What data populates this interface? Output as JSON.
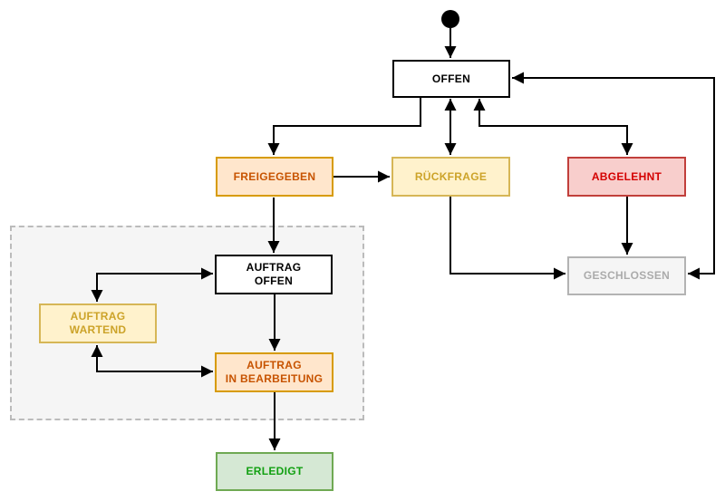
{
  "diagram": {
    "kind": "state-machine",
    "language": "de",
    "nodes": {
      "initial": {
        "type": "initial-state-dot"
      },
      "offen": {
        "label": "OFFEN",
        "style": "white"
      },
      "freigegeben": {
        "label": "FREIGEGEBEN",
        "style": "orange"
      },
      "rueckfrage": {
        "label": "RÜCKFRAGE",
        "style": "yellow"
      },
      "abgelehnt": {
        "label": "ABGELEHNT",
        "style": "red"
      },
      "geschlossen": {
        "label": "GESCHLOSSEN",
        "style": "gray"
      },
      "auftrag_offen": {
        "label": "AUFTRAG\nOFFEN",
        "style": "white"
      },
      "auftrag_wartend": {
        "label": "AUFTRAG\nWARTEND",
        "style": "yellow"
      },
      "auftrag_in_bearbeitung": {
        "label": "AUFTRAG\nIN BEARBEITUNG",
        "style": "orange"
      },
      "erledigt": {
        "label": "ERLEDIGT",
        "style": "green"
      }
    },
    "edges": [
      {
        "from": "initial",
        "to": "offen",
        "bidirectional": false
      },
      {
        "from": "offen",
        "to": "freigegeben",
        "bidirectional": false
      },
      {
        "from": "offen",
        "to": "rueckfrage",
        "bidirectional": true
      },
      {
        "from": "offen",
        "to": "abgelehnt",
        "bidirectional": true
      },
      {
        "from": "freigegeben",
        "to": "rueckfrage",
        "bidirectional": false
      },
      {
        "from": "rueckfrage",
        "to": "geschlossen",
        "bidirectional": false
      },
      {
        "from": "abgelehnt",
        "to": "geschlossen",
        "bidirectional": false
      },
      {
        "from": "offen",
        "to": "geschlossen",
        "bidirectional": true
      },
      {
        "from": "freigegeben",
        "to": "auftrag_offen",
        "bidirectional": false
      },
      {
        "from": "auftrag_offen",
        "to": "auftrag_wartend",
        "bidirectional": true
      },
      {
        "from": "auftrag_wartend",
        "to": "auftrag_in_bearbeitung",
        "bidirectional": true
      },
      {
        "from": "auftrag_offen",
        "to": "auftrag_in_bearbeitung",
        "bidirectional": false
      },
      {
        "from": "auftrag_in_bearbeitung",
        "to": "erledigt",
        "bidirectional": false
      }
    ],
    "colors": {
      "edge": "#000000",
      "white": {
        "fill": "#ffffff",
        "stroke": "#000000",
        "text": "#000000"
      },
      "orange": {
        "fill": "#ffe6cc",
        "stroke": "#d79b00",
        "text": "#c75300"
      },
      "yellow": {
        "fill": "#fff2cc",
        "stroke": "#d6b656",
        "text": "#cca329"
      },
      "red": {
        "fill": "#f8cecc",
        "stroke": "#c13f3b",
        "text": "#d40000"
      },
      "gray": {
        "fill": "#f5f5f5",
        "stroke": "#b3b3b3",
        "text": "#ababab"
      },
      "green": {
        "fill": "#d5e8d4",
        "stroke": "#6fa953",
        "text": "#12a012"
      },
      "container": {
        "fill": "#f5f5f5",
        "stroke": "#bbbbbb"
      }
    }
  }
}
